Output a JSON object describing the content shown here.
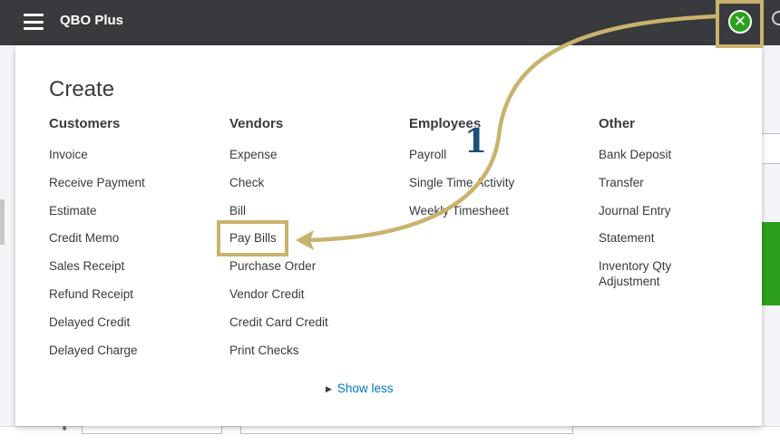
{
  "app": {
    "title": "QBO Plus"
  },
  "icons": {
    "menu": "hamburger-menu-icon",
    "close": "close-icon",
    "search": "search-icon",
    "show_less": "triangle-right-icon"
  },
  "colors": {
    "topbar": "#393a3d",
    "accent_green": "#2ca01c",
    "link_blue": "#0077c5",
    "annotation_gold": "#c9b36c",
    "step_number": "#1d4f7a"
  },
  "create_panel": {
    "title": "Create",
    "columns": [
      {
        "heading": "Customers",
        "items": [
          "Invoice",
          "Receive Payment",
          "Estimate",
          "Credit Memo",
          "Sales Receipt",
          "Refund Receipt",
          "Delayed Credit",
          "Delayed Charge"
        ]
      },
      {
        "heading": "Vendors",
        "items": [
          "Expense",
          "Check",
          "Bill",
          "Pay Bills",
          "Purchase Order",
          "Vendor Credit",
          "Credit Card Credit",
          "Print Checks"
        ]
      },
      {
        "heading": "Employees",
        "items": [
          "Payroll",
          "Single Time Activity",
          "Weekly Timesheet"
        ]
      },
      {
        "heading": "Other",
        "items": [
          "Bank Deposit",
          "Transfer",
          "Journal Entry",
          "Statement",
          "Inventory Qty Adjustment"
        ]
      }
    ],
    "show_less": "Show less"
  },
  "annotation": {
    "step": "1"
  }
}
